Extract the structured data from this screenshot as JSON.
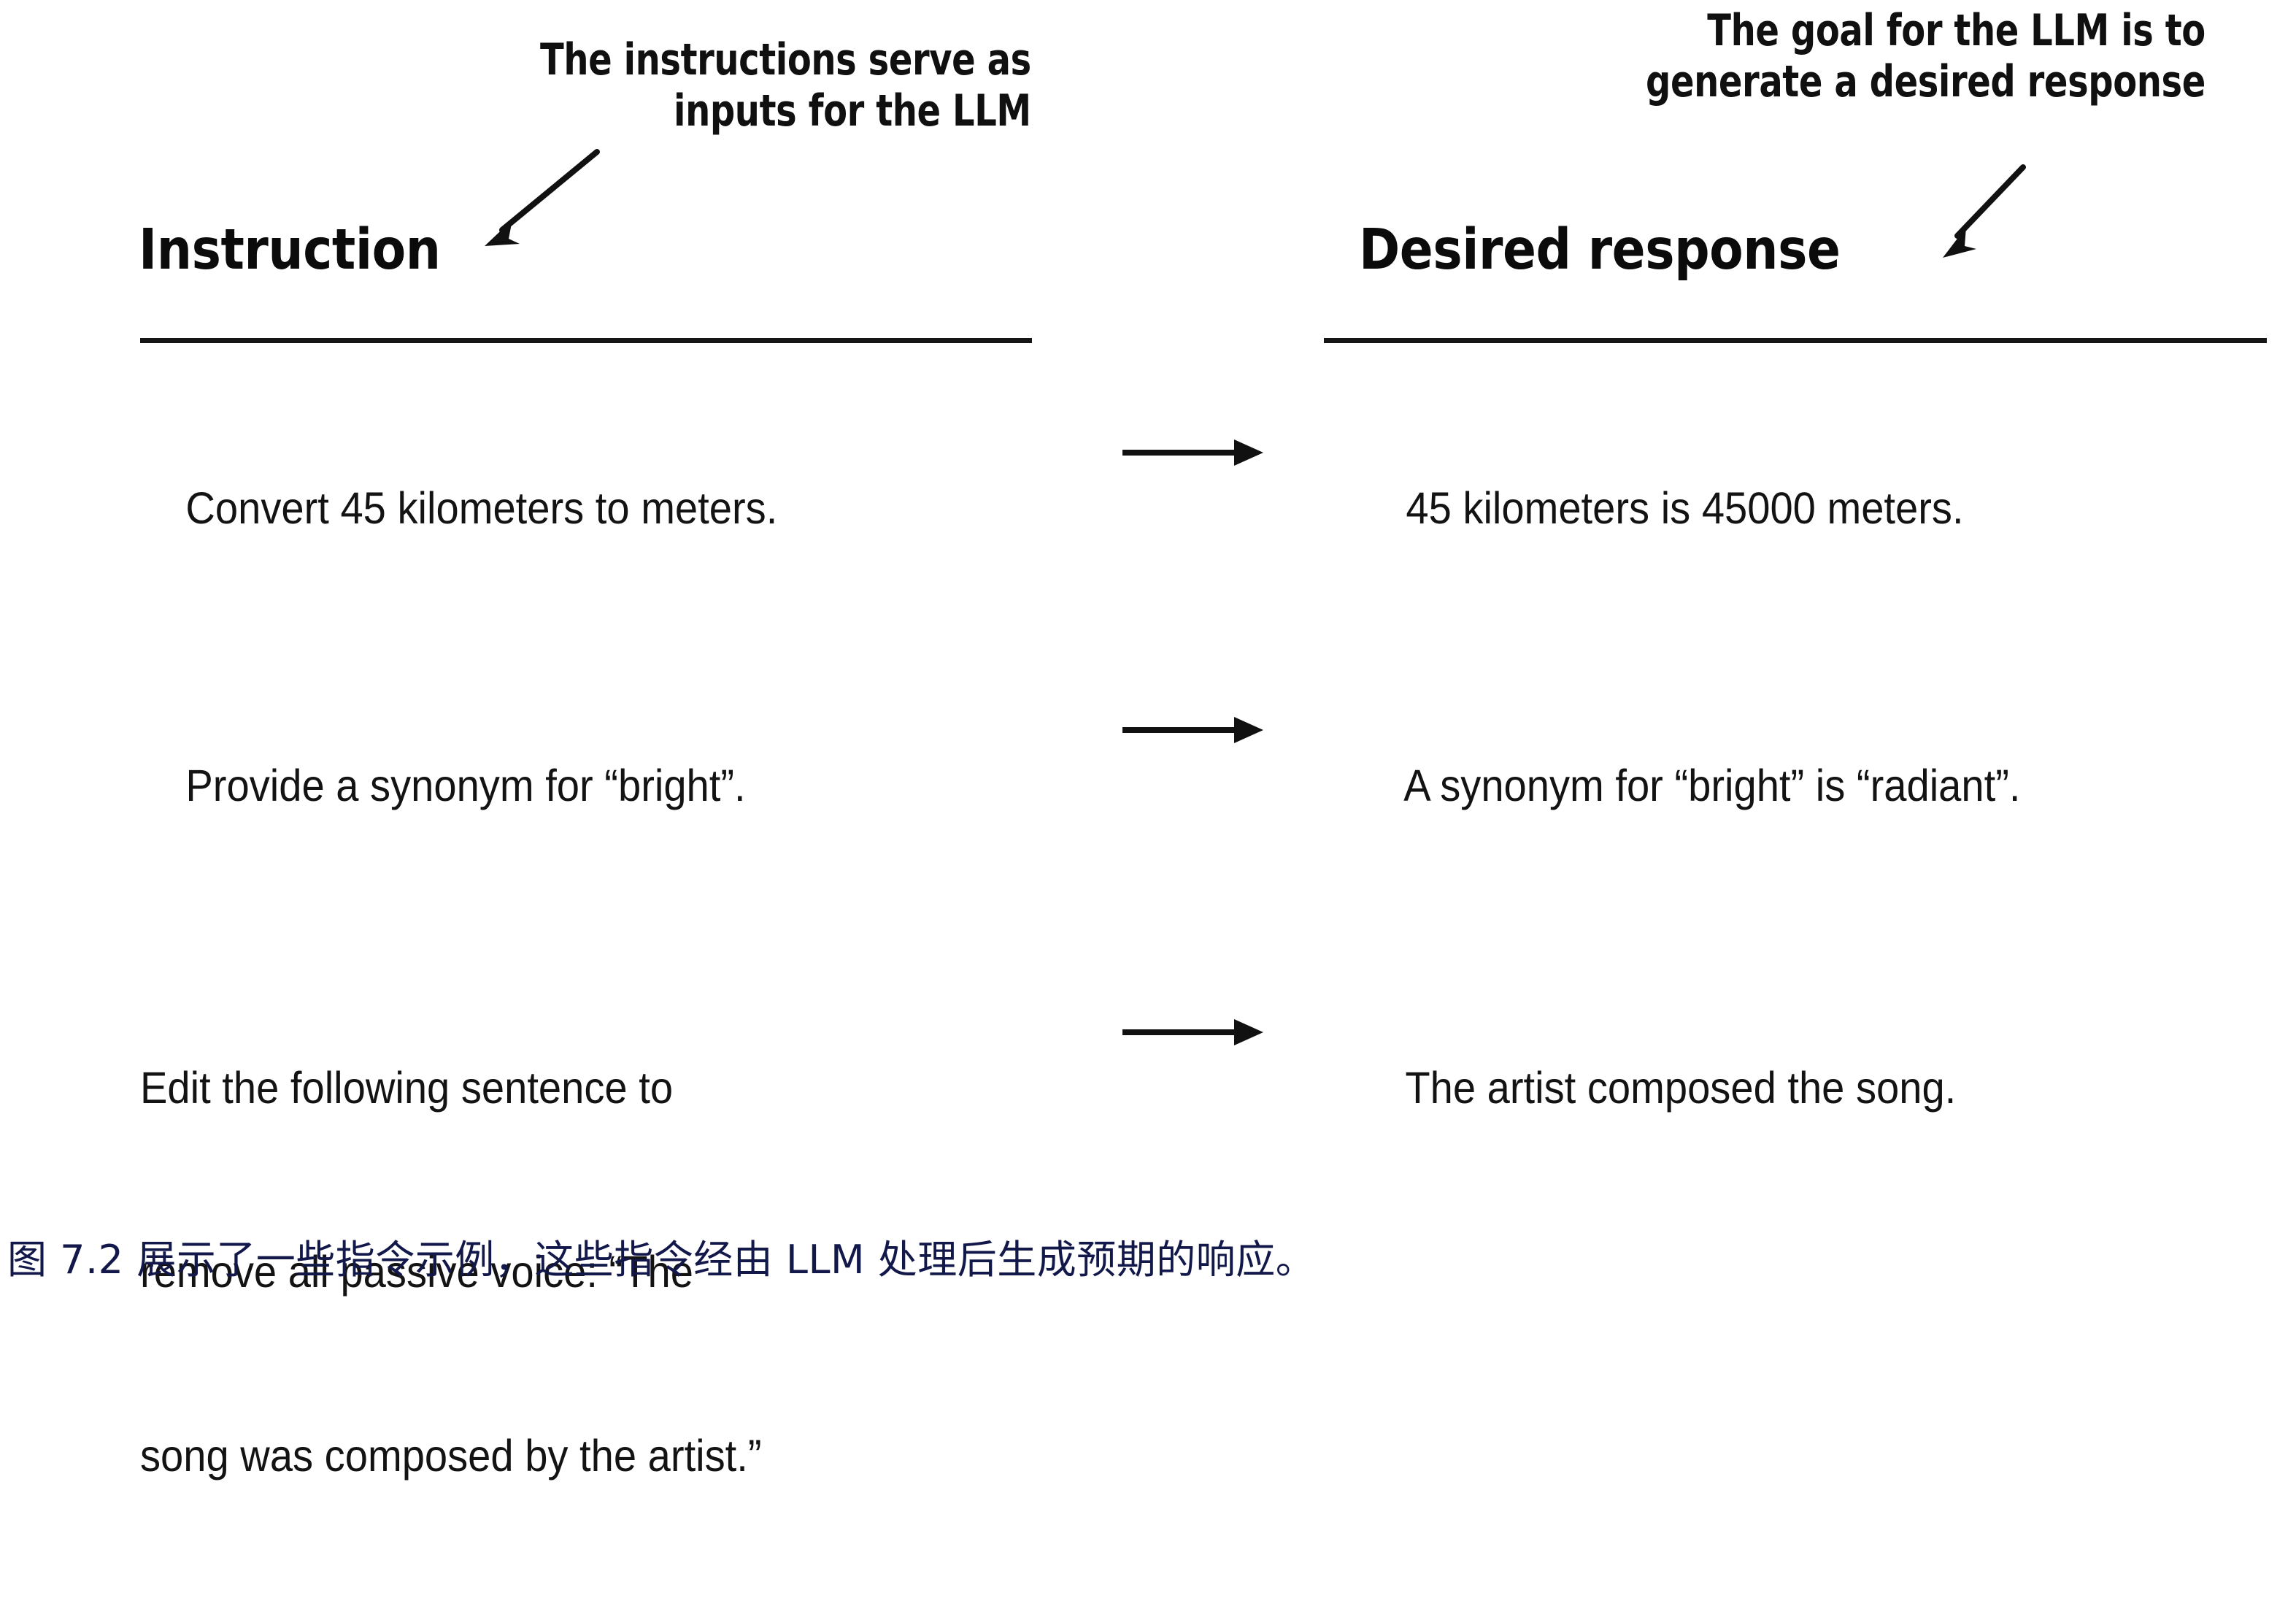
{
  "figure": {
    "annotations": [
      {
        "name": "instruction-annotation",
        "line1": "The instructions serve as",
        "line2": "inputs for the LLM"
      },
      {
        "name": "response-annotation",
        "line1": "The goal for the LLM is to",
        "line2": "generate a desired response"
      }
    ],
    "columns": {
      "instruction_header": "Instruction",
      "response_header": "Desired response"
    },
    "rows": [
      {
        "instruction_lines": [
          "Convert 45 kilometers to meters."
        ],
        "response": "45 kilometers is 45000 meters.",
        "connector": "arrow-right"
      },
      {
        "instruction_lines": [
          "Provide a synonym for “bright”."
        ],
        "response": "A synonym for “bright” is “radiant”.",
        "connector": "arrow-right"
      },
      {
        "instruction_lines": [
          "Edit the following sentence to",
          "remove all passive voice: “The",
          "song was composed by the artist.”"
        ],
        "response": "The artist composed the song.",
        "connector": "arrow-right"
      }
    ],
    "caption": "图 7.2 展示了一些指令示例，这些指令经由 LLM 处理后生成预期的响应。",
    "colors": {
      "background": "#ffffff",
      "text": "#111111",
      "rule": "#161616",
      "caption": "#13184a"
    }
  }
}
